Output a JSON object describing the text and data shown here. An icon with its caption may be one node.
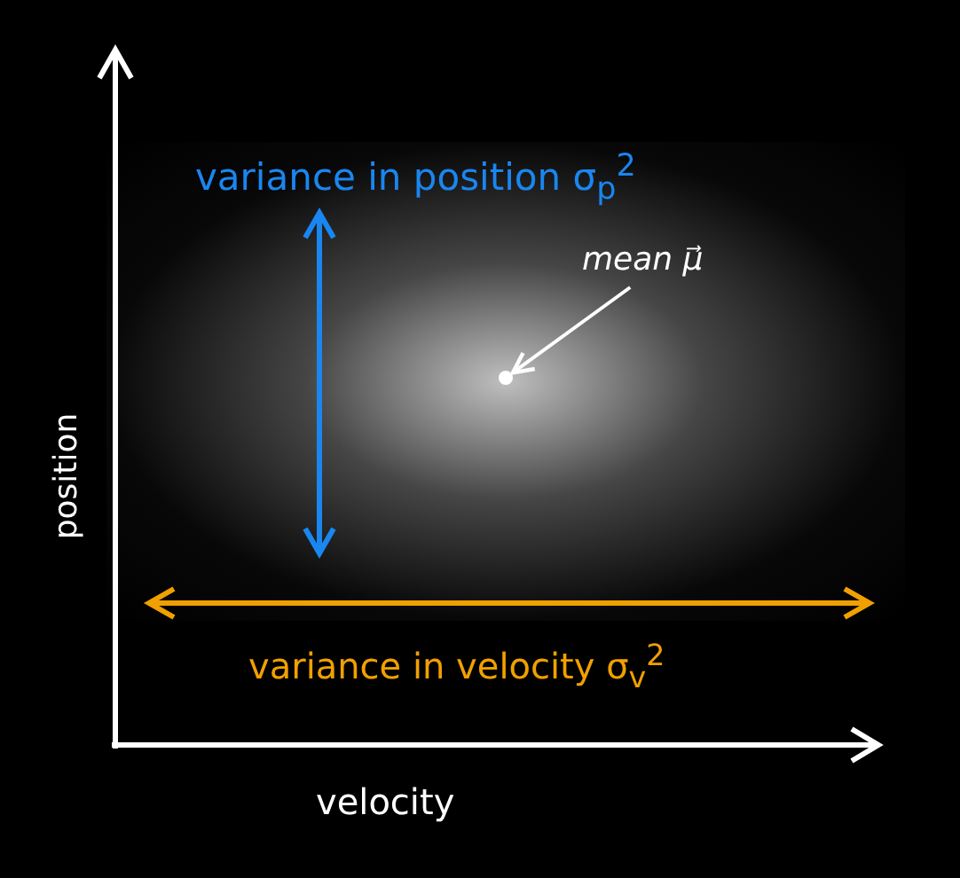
{
  "diagram": {
    "nodes": [
      {
        "text": [
          "mean μ⃗"
        ]
      },
      {
        "text": [],
        "shape": "circle"
      }
    ],
    "edges": [
      {
        "from": 0,
        "to": 1,
        "arrow": "to"
      }
    ],
    "labels": [
      "variance in position σ$_{p}$$^{2}$",
      "position",
      "variance in velocity σ$_{v}$$^{2}$",
      "velocity"
    ]
  }
}
